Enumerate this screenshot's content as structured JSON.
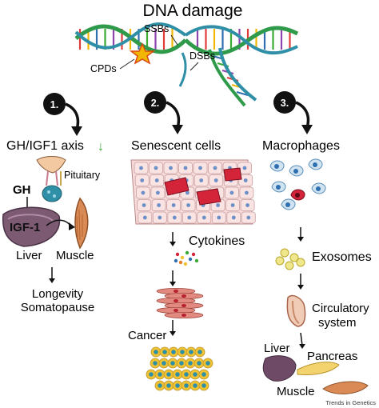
{
  "title": "DNA damage",
  "lesions": {
    "ssb": "SSBs",
    "dsb": "DSBs",
    "cpd": "CPDs"
  },
  "pathways": [
    {
      "number": "1.",
      "heading": "GH/IGF1 axis",
      "arrow_down_glyph": "↓"
    },
    {
      "number": "2.",
      "heading": "Senescent cells"
    },
    {
      "number": "3.",
      "heading": "Macrophages"
    }
  ],
  "pathway1": {
    "pituitary": "Pituitary",
    "gh": "GH",
    "igf1": "IGF-1",
    "liver": "Liver",
    "muscle": "Muscle",
    "longevity": "Longevity",
    "somatopause": "Somatopause"
  },
  "pathway2": {
    "cytokines": "Cytokines",
    "cancer": "Cancer"
  },
  "pathway3": {
    "exosomes": "Exosomes",
    "circulatory_line1": "Circulatory",
    "circulatory_line2": "system",
    "liver": "Liver",
    "pancreas": "Pancreas",
    "muscle": "Muscle"
  },
  "footer": "Trends in Genetics",
  "colors": {
    "helix_green": "#2e9a4a",
    "helix_teal": "#2f8fa6",
    "arrow_green": "#3aaa35",
    "cell_red": "#d3243a",
    "cell_pink": "#f4cfd2",
    "cell_blue": "#2f6fb0",
    "cell_yellow": "#f1c232",
    "liver_purple": "#6e4a66",
    "muscle_orange": "#d98a55"
  }
}
